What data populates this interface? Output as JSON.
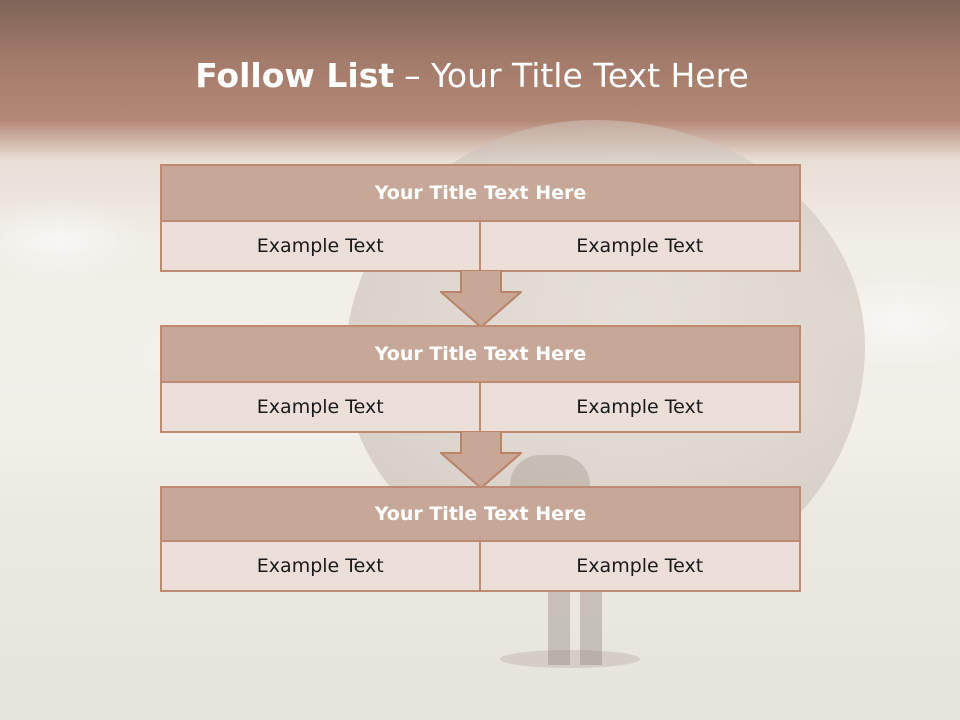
{
  "slide": {
    "title_bold": "Follow List",
    "title_rest": "– Your Title Text Here"
  },
  "blocks": [
    {
      "title": "Your Title Text Here",
      "left": "Example Text",
      "right": "Example Text"
    },
    {
      "title": "Your Title Text Here",
      "left": "Example Text",
      "right": "Example Text"
    },
    {
      "title": "Your Title Text Here",
      "left": "Example Text",
      "right": "Example Text"
    }
  ],
  "colors": {
    "header_fill": "#c7a898",
    "border": "#bf8a72",
    "cell_fill": "#ecdfda",
    "arrow_fill": "#c8a797"
  }
}
